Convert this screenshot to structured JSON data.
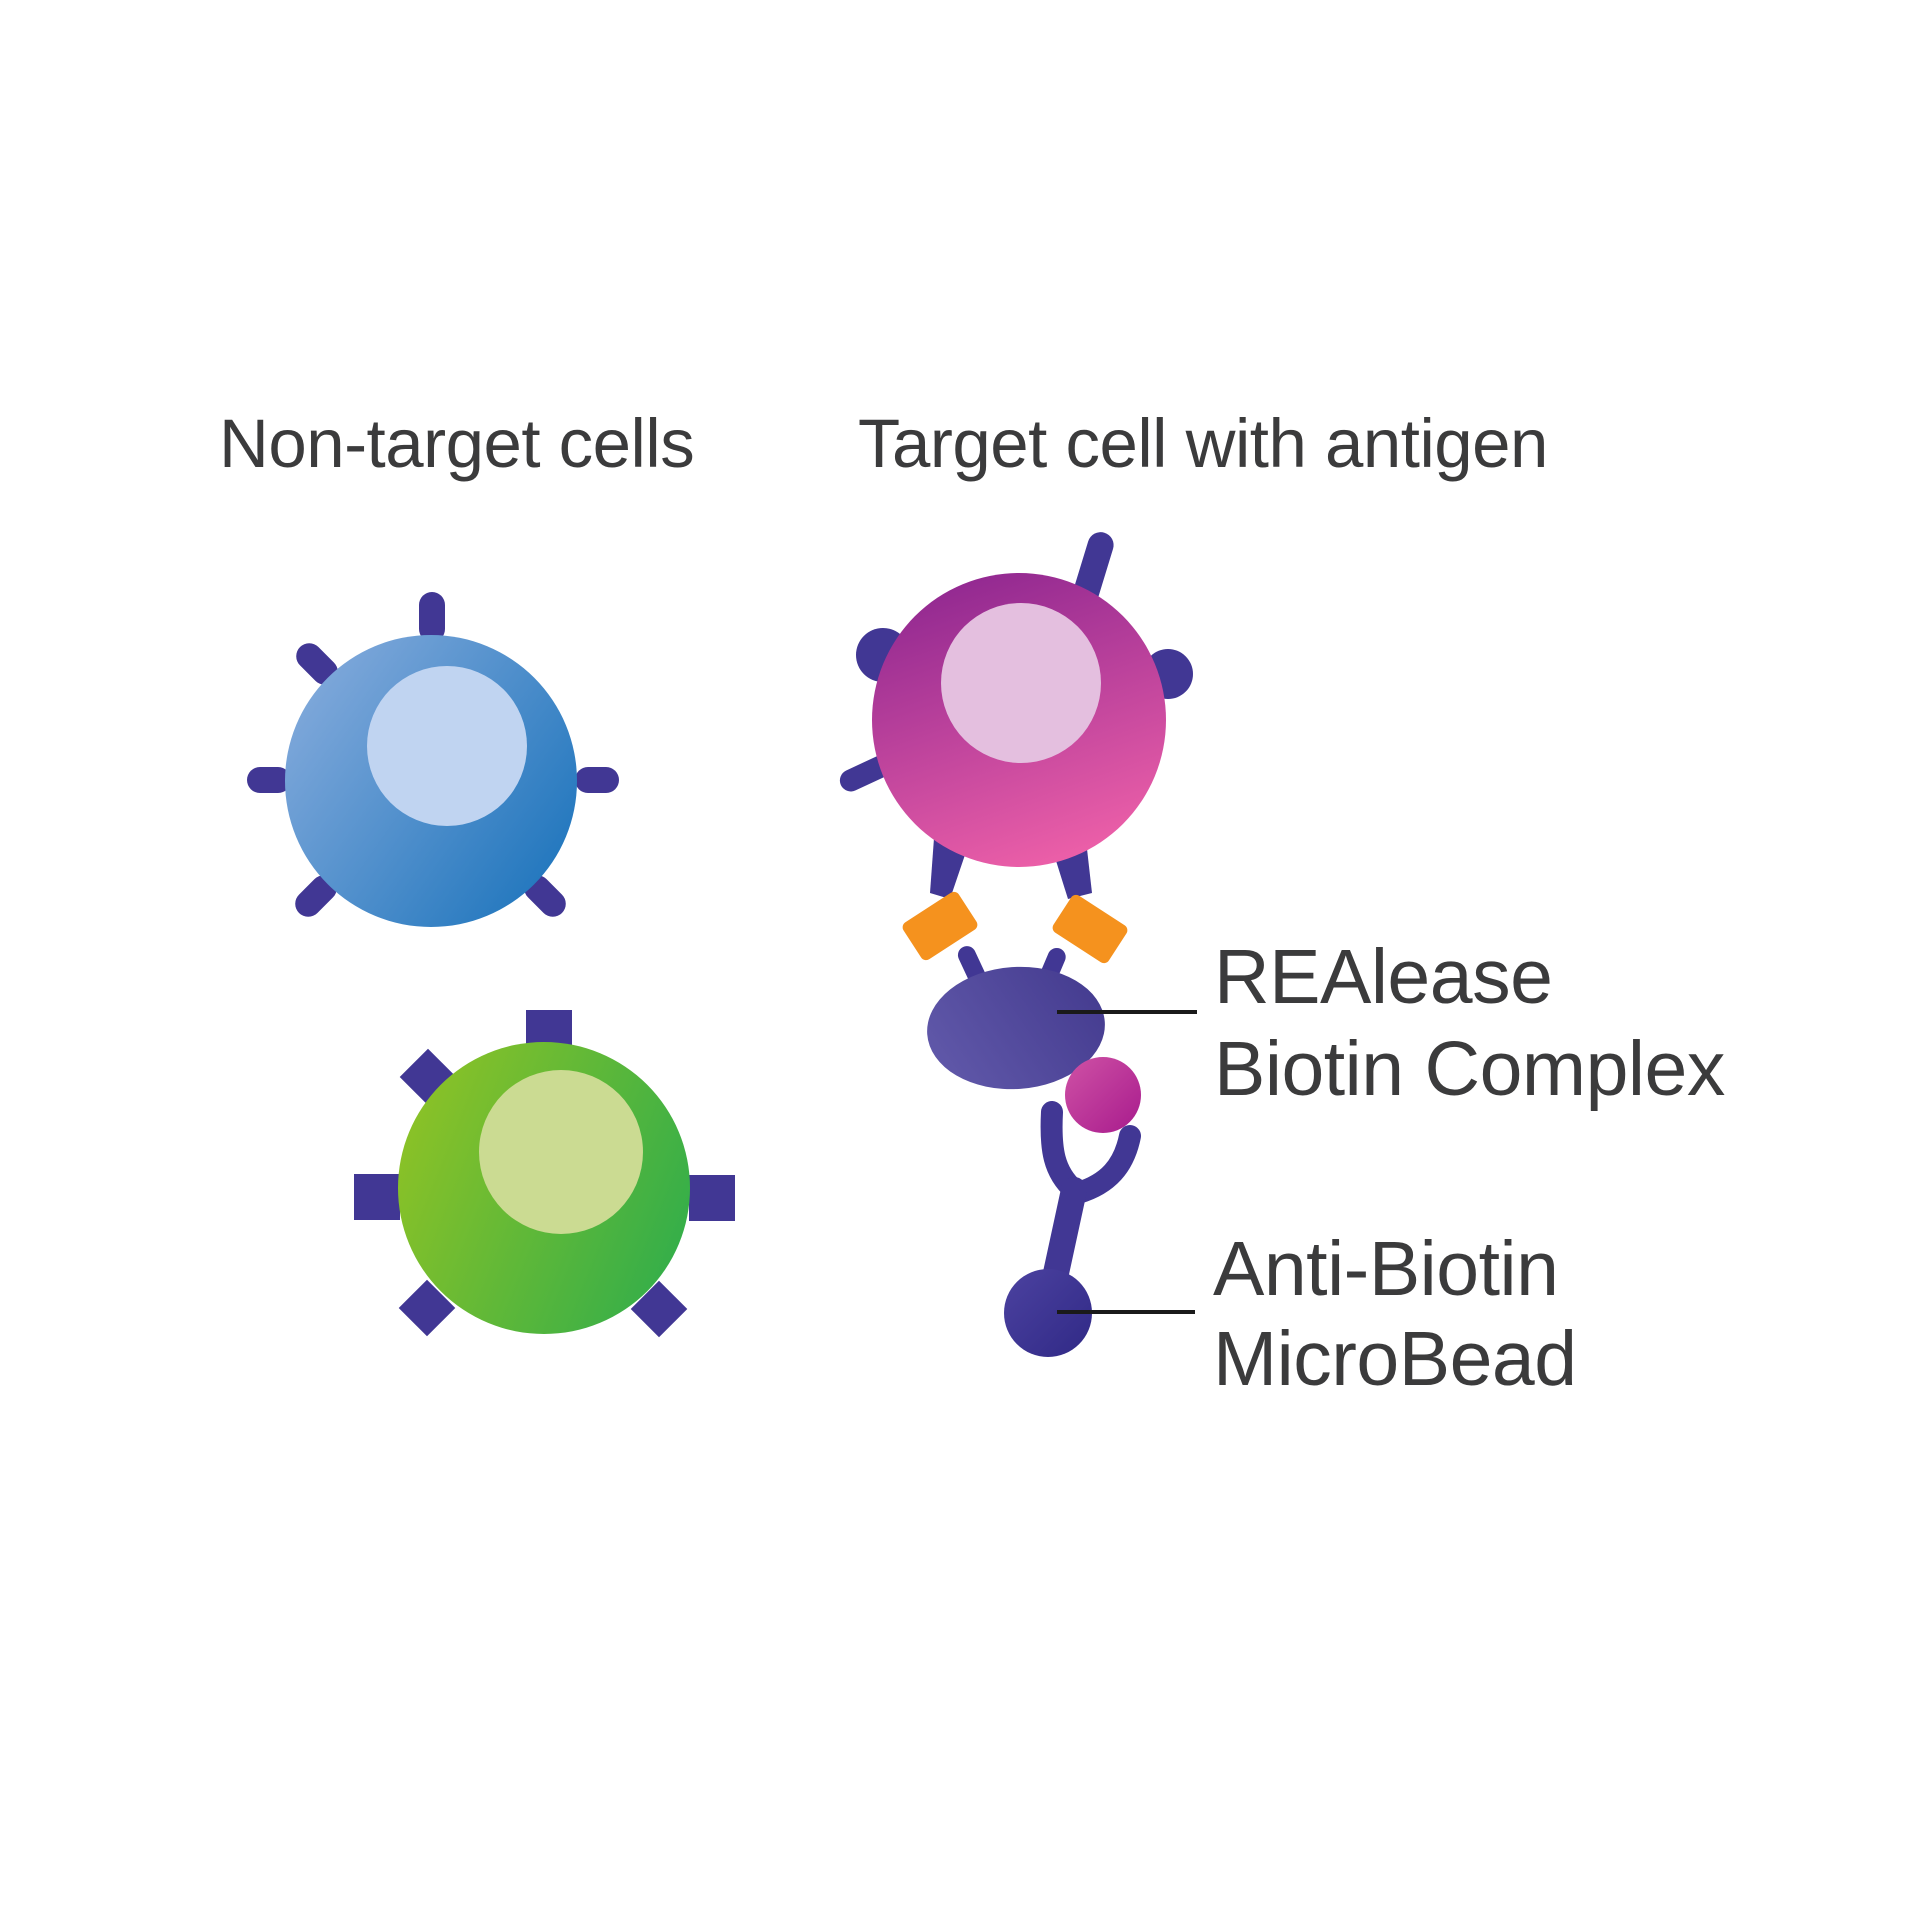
{
  "diagram": {
    "headings": {
      "non_target": "Non-target cells",
      "target": "Target cell with antigen"
    },
    "labels": {
      "realease_line1": "REAlease",
      "realease_line2": "Biotin Complex",
      "microbead_line1": "Anti-Biotin",
      "microbead_line2": "MicroBead"
    }
  },
  "colors": {
    "background": "#ffffff",
    "text": "#3b3b3c",
    "leader_line": "#1a1a1a",
    "indigo": "#413794",
    "orange": "#f5921e",
    "blue_cell_light": "#85abdc",
    "blue_cell_dark": "#1c74bc",
    "blue_nucleus": "#c0d4f1",
    "green_cell_light": "#8cc226",
    "green_cell_dark": "#33ae4a",
    "green_nucleus": "#cbdb92",
    "magenta_cell_top": "#8f2790",
    "magenta_cell_bottom": "#ec5fa8",
    "magenta_nucleus": "#e4bfdf",
    "complex_light": "#6058a9",
    "complex_dark": "#453c90",
    "ball_light": "#cf52a5",
    "ball_dark": "#a81b8d",
    "bead_light": "#4c42a0",
    "bead_dark": "#302986"
  }
}
